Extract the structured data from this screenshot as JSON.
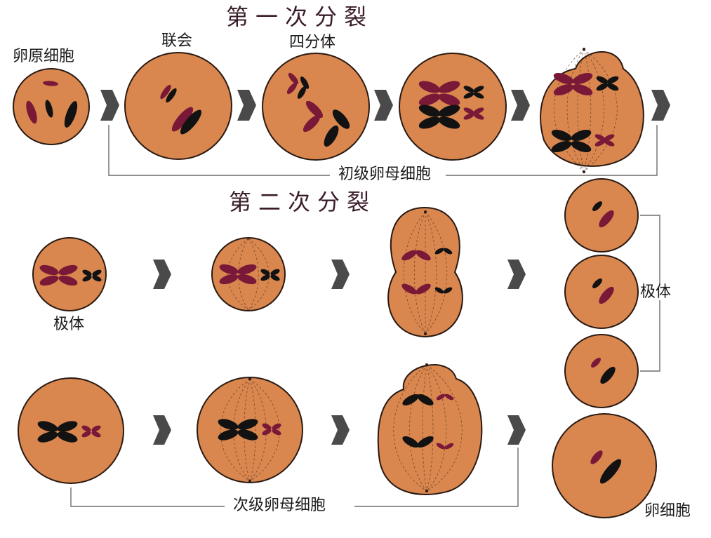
{
  "titles": {
    "first_division": "第一次分裂",
    "second_division": "第二次分裂"
  },
  "labels": {
    "oogonium": "卵原细胞",
    "synapsis": "联会",
    "tetrad": "四分体",
    "primary_oocyte": "初级卵母细胞",
    "polar_body_left": "极体",
    "polar_bodies_right": "极体",
    "secondary_oocyte": "次级卵母细胞",
    "egg_cell": "卵细胞"
  },
  "colors": {
    "cell": "#d9874f",
    "chromosome_maroon": "#7a1838",
    "chromosome_black": "#121212",
    "arrow": "#4a4a4a"
  },
  "icons": {
    "arrow": "arrow-right-icon"
  }
}
